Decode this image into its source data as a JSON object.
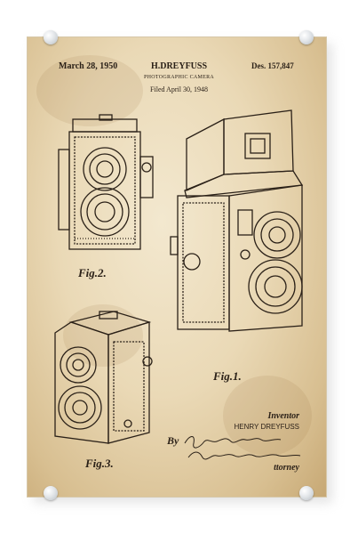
{
  "header": {
    "date": "March 28, 1950",
    "inventor_header": "H.DREYFUSS",
    "subtitle": "PHOTOGRAPHIC CAMERA",
    "filed": "Filed April 30, 1948",
    "design_number": "Des. 157,847"
  },
  "figures": {
    "fig1": "Fig.1.",
    "fig2": "Fig.2.",
    "fig3": "Fig.3."
  },
  "signature_block": {
    "inventor_label": "Inventor",
    "inventor_name": "HENRY DREYFUSS",
    "by_label": "By",
    "attorney_label": "ttorney"
  },
  "colors": {
    "paper": "#ead9b6",
    "ink": "#2b2118"
  }
}
